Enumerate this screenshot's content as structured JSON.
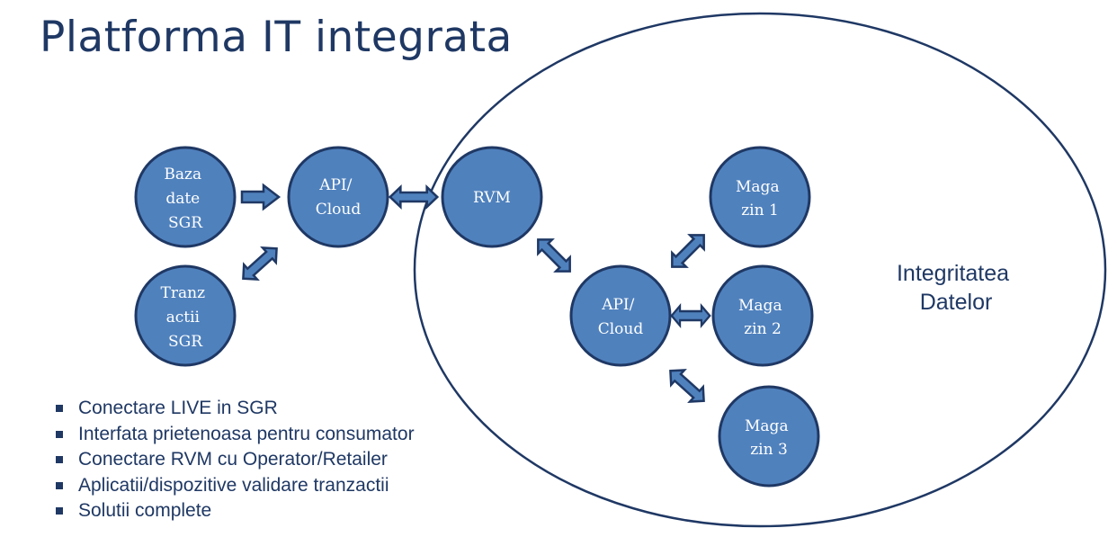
{
  "title": "Platforma IT integrata",
  "colors": {
    "title": "#1f3864",
    "node_fill": "#4f81bd",
    "node_stroke": "#1f3864",
    "arrow_fill": "#4f81bd",
    "arrow_stroke": "#1f3864",
    "ellipse_stroke": "#1f3864"
  },
  "nodes": {
    "baza": [
      "Baza",
      "date",
      "SGR"
    ],
    "tranz": [
      "Tranz",
      "actii",
      "SGR"
    ],
    "api_left": [
      "API/",
      "Cloud"
    ],
    "rvm": [
      "RVM"
    ],
    "api_right": [
      "API/",
      "Cloud"
    ],
    "mag1": [
      "Maga",
      "zin 1"
    ],
    "mag2": [
      "Maga",
      "zin 2"
    ],
    "mag3": [
      "Maga",
      "zin 3"
    ]
  },
  "area_label": [
    "Integritatea",
    "Datelor"
  ],
  "bullets": [
    "Conectare LIVE in SGR",
    "Interfata prietenoasa pentru consumator",
    "Conectare RVM cu Operator/Retailer",
    "Aplicatii/dispozitive validare tranzactii",
    "Solutii complete"
  ]
}
